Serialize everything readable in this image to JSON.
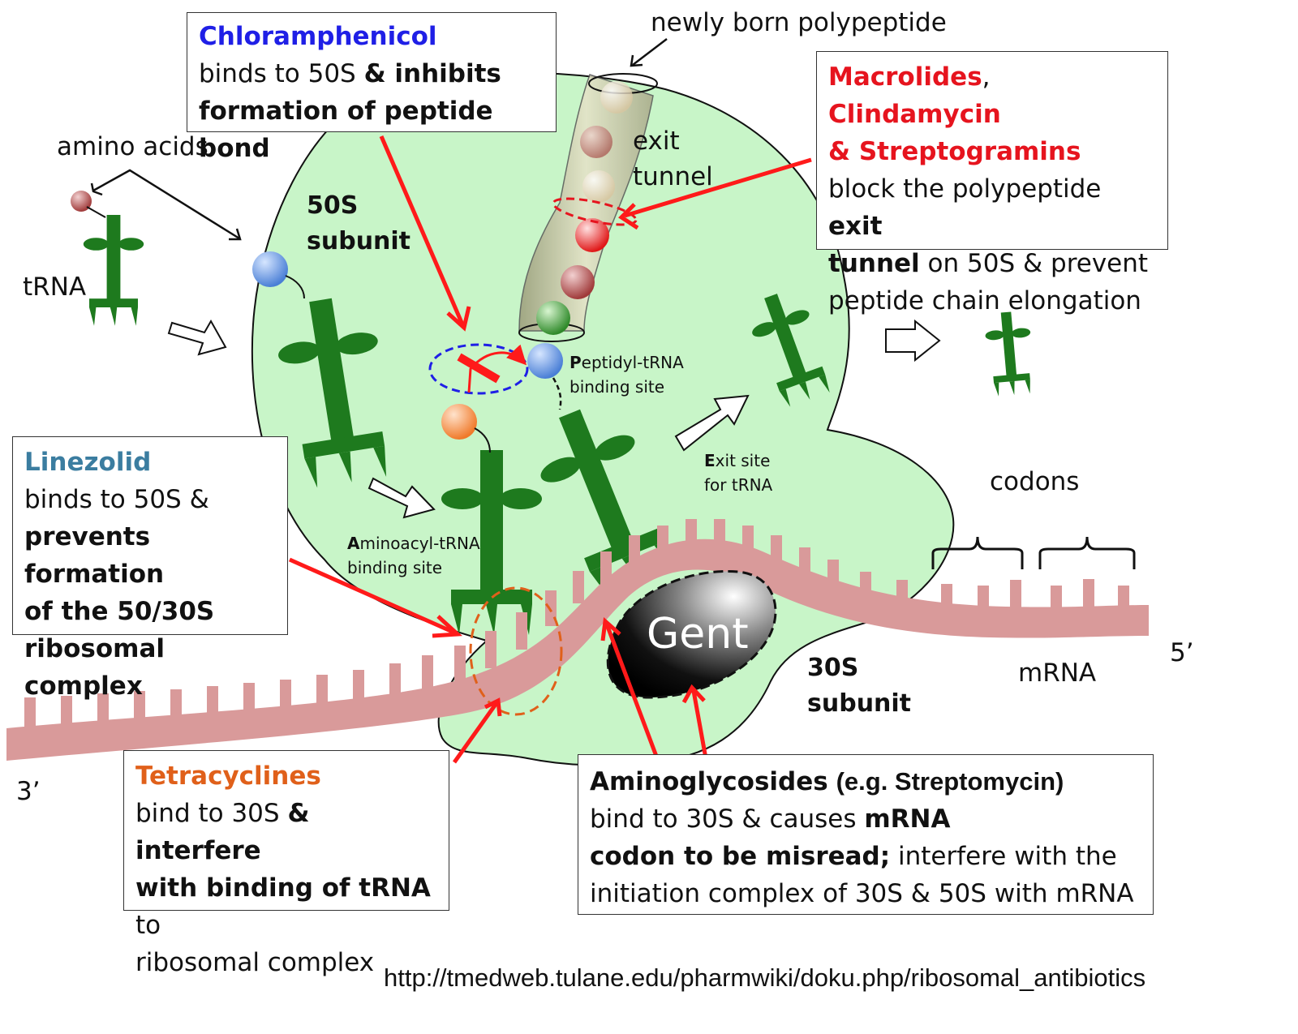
{
  "colors": {
    "ribosome_fill": "#c8f5c8",
    "trna_green": "#1e7a1e",
    "mrna_pink": "#d99a9a",
    "arrow_red": "#ff1a1a",
    "chloramphenicol_blue": "#1f1fe6",
    "macrolide_red": "#e6141e",
    "linezolid_teal": "#3b7da0",
    "tetracycline_orange": "#e0601a"
  },
  "labels": {
    "newly_born": "newly born polypeptide",
    "amino_acids": "amino acids",
    "trna": "tRNA",
    "subunit_50s_line1": "50S",
    "subunit_50s_line2": "subunit",
    "exit_tunnel_line1": "exit",
    "exit_tunnel_line2": "tunnel",
    "peptidyl_p": "P",
    "peptidyl_rest": "eptidyl-tRNA",
    "peptidyl_line2": "binding site",
    "aminoacyl_a": "A",
    "aminoacyl_rest": "minoacyl-tRNA",
    "aminoacyl_line2": "binding site",
    "exit_site_e": "E",
    "exit_site_rest": "xit site",
    "exit_site_line2": "for tRNA",
    "codons": "codons",
    "mrna": "mRNA",
    "five_prime": "5’",
    "three_prime": "3’",
    "subunit_30s_line1": "30S",
    "subunit_30s_line2": "subunit",
    "gent": "Gent",
    "url": "http://tmedweb.tulane.edu/pharmwiki/doku.php/ribosomal_antibiotics"
  },
  "boxes": {
    "chloramphenicol": {
      "drug": "Chloramphenicol",
      "line2_plain": "binds to 50S ",
      "line2_bold": "& inhibits",
      "line3_bold": "formation of peptide bond"
    },
    "macrolides": {
      "drug1": "Macrolides",
      "comma": ",",
      "drug2": "Clindamycin",
      "drug3": "& Streptogramins",
      "line3_plain": "block the polypeptide ",
      "line3_bold": "exit",
      "line4_bold": "tunnel",
      "line4_plain": " on 50S & prevent",
      "line5": "peptide chain elongation"
    },
    "linezolid": {
      "drug": "Linezolid",
      "line2": "binds to 50S &",
      "line3_bold": "prevents formation",
      "line4_bold": "of the 50/30S",
      "line5_bold": "ribosomal complex"
    },
    "tetracyclines": {
      "drug": "Tetracyclines",
      "line2_plain": "bind to 30S ",
      "line2_bold": "& interfere",
      "line3_bold": "with binding of tRNA",
      "line3_plain": " to",
      "line4": "ribosomal complex"
    },
    "aminoglycosides": {
      "drug": "Aminoglycosides",
      "example": "(e.g. Streptomycin)",
      "line2_plain": "bind to 30S & causes ",
      "line2_bold": "mRNA",
      "line3_bold": "codon to be misread;",
      "line3_plain": " interfere with the",
      "line4": "initiation complex of 30S & 50S with mRNA"
    }
  }
}
